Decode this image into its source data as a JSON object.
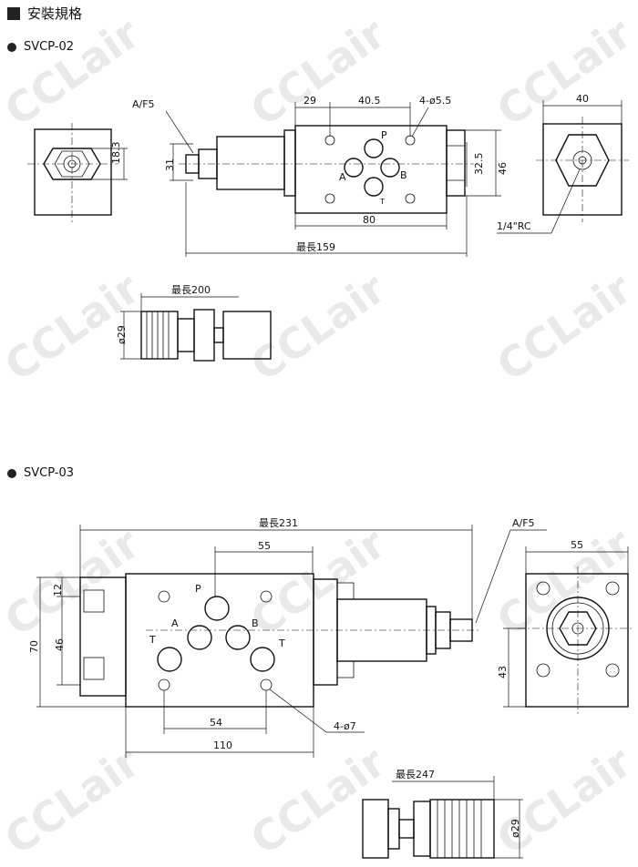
{
  "header": {
    "title": "安裝規格"
  },
  "watermark": "CCLair",
  "models": [
    {
      "name": "SVCP-02"
    },
    {
      "name": "SVCP-03"
    }
  ],
  "svcp02": {
    "labels": {
      "af": "A/F5",
      "d29": "29",
      "d40_5": "40.5",
      "holes": "4-ø5.5",
      "d40": "40",
      "d18_3": "18.3",
      "d31": "31",
      "d32_5": "32.5",
      "d46": "46",
      "d80": "80",
      "max159": "最長159",
      "rc": "1/4\"RC",
      "max200": "最長200",
      "dia29": "ø29",
      "port_p": "P",
      "port_a": "A",
      "port_b": "B",
      "port_t": "T"
    }
  },
  "svcp03": {
    "labels": {
      "max231": "最長231",
      "af": "A/F5",
      "d55": "55",
      "d55r": "55",
      "d12": "12",
      "d70": "70",
      "d46": "46",
      "d43": "43",
      "d54": "54",
      "d110": "110",
      "holes": "4-ø7",
      "max247": "最長247",
      "dia29": "ø29",
      "port_p": "P",
      "port_a": "A",
      "port_b": "B",
      "port_t1": "T",
      "port_t2": "T"
    }
  }
}
